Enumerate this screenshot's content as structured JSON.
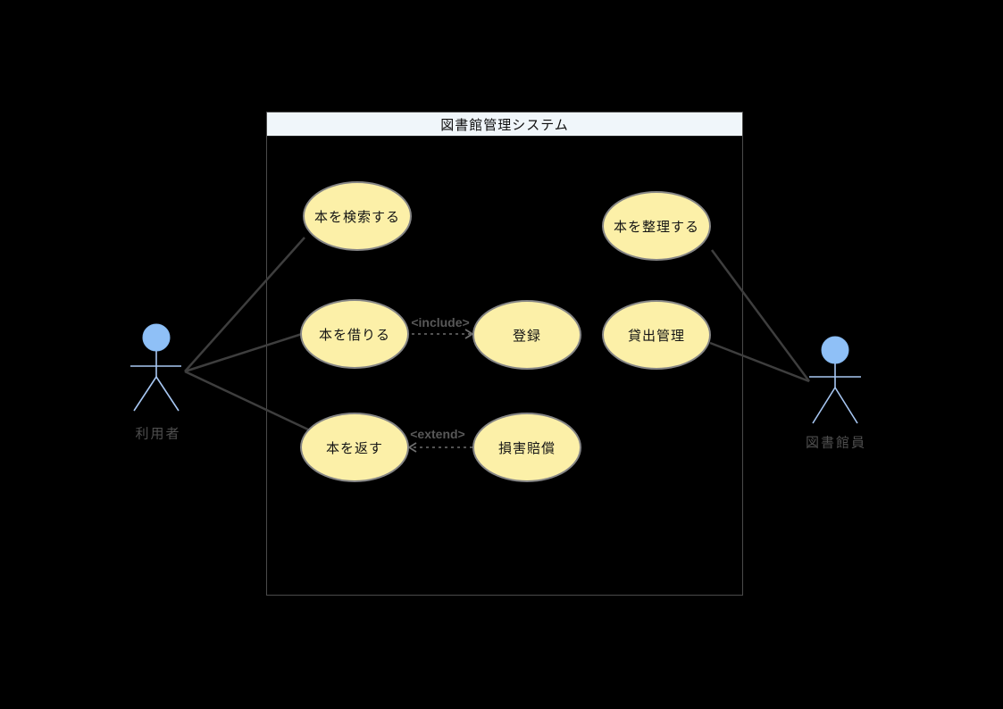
{
  "diagram": {
    "type": "uml-use-case",
    "system": {
      "title": "図書館管理システム"
    },
    "actors": [
      {
        "id": "user",
        "label": "利用者"
      },
      {
        "id": "librarian",
        "label": "図書館員"
      }
    ],
    "use_cases": [
      {
        "id": "search-books",
        "label": "本を検索する"
      },
      {
        "id": "organize-books",
        "label": "本を整理する"
      },
      {
        "id": "borrow-books",
        "label": "本を借りる"
      },
      {
        "id": "register",
        "label": "登録"
      },
      {
        "id": "loan-management",
        "label": "貸出管理"
      },
      {
        "id": "return-books",
        "label": "本を返す"
      },
      {
        "id": "damage-compensation",
        "label": "損害賠償"
      }
    ],
    "relations": [
      {
        "type": "association",
        "from": "利用者",
        "to": "本を検索する"
      },
      {
        "type": "association",
        "from": "利用者",
        "to": "本を借りる"
      },
      {
        "type": "association",
        "from": "利用者",
        "to": "本を返す"
      },
      {
        "type": "association",
        "from": "図書館員",
        "to": "本を整理する"
      },
      {
        "type": "association",
        "from": "図書館員",
        "to": "貸出管理"
      },
      {
        "type": "include",
        "label": "<include>",
        "from": "本を借りる",
        "to": "登録"
      },
      {
        "type": "extend",
        "label": "<extend>",
        "from": "損害賠償",
        "to": "本を返す"
      }
    ],
    "colors": {
      "background": "#000000",
      "system_title_bg": "#f0f6fa",
      "system_border": "#4a4a4a",
      "usecase_fill": "#fcf0a8",
      "usecase_border": "#858585",
      "actor_head": "#8fc0f7",
      "actor_limbs": "#a7c7f3",
      "association_line": "#3e3e3e",
      "dashed_line": "#6e6e6e"
    }
  }
}
